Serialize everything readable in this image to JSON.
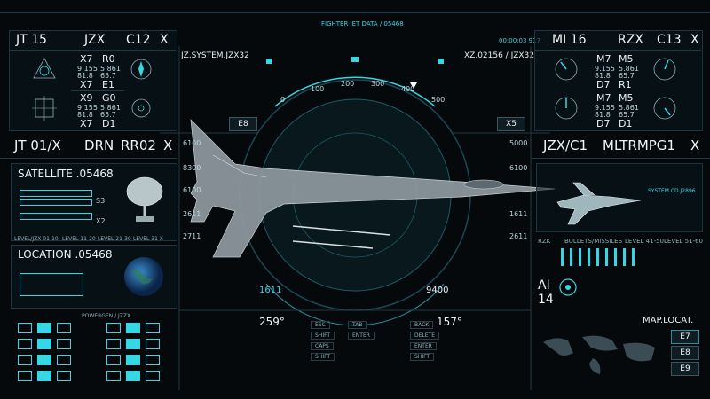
{
  "header": {
    "title": "FIGHTER JET DATA / 05468",
    "topcode": "00:00:03 917"
  },
  "colors": {
    "accent": "#37d6e4",
    "bg": "#05090c",
    "panel": "#0a161c"
  },
  "left_top": {
    "labels": [
      "JT 15",
      "JZX",
      "C12",
      "X"
    ],
    "rows": [
      {
        "k": "X7",
        "v": "R0"
      },
      {
        "k": "X7",
        "v": "E1"
      },
      {
        "k": "X9",
        "v": "G0"
      },
      {
        "k": "X7",
        "v": "D1"
      }
    ],
    "nums1": [
      "9.155",
      "81.8",
      "5.861",
      "65.7"
    ],
    "nums2": [
      "9.155",
      "81.8",
      "5.861",
      "65.7"
    ]
  },
  "left_mid": {
    "labels": [
      "JT 01/X",
      "DRN",
      "RR02",
      "X"
    ]
  },
  "satellite": {
    "title": "SATELLITE .05468",
    "s3": "S3",
    "x2": "X2",
    "levels": [
      "LEVEL/JZX 01-10",
      "LEVEL 11-20",
      "LEVEL 21-30",
      "LEVEL 31-X"
    ]
  },
  "location": {
    "title": "LOCATION .05468",
    "power": "POWERGEN / JZZX"
  },
  "center": {
    "sys_left": "JZ.SYSTEM.JZX32",
    "sys_right": "XZ.02156 / JZX32",
    "tag_left": "E8",
    "tag_right": "X5",
    "scale": [
      "0",
      "100",
      "200",
      "300",
      "400",
      "500"
    ],
    "left_vals": [
      "6100",
      "8300",
      "6100",
      "2611",
      "2711"
    ],
    "right_vals": [
      "5000",
      "6100",
      "1611",
      "2611"
    ],
    "bottom_left": "1611",
    "bottom_right": "9400",
    "heading_left": "259°",
    "heading_right": "157°",
    "keys": [
      [
        "ESC",
        "TAB",
        "BACK"
      ],
      [
        "SHIFT",
        "ENTER",
        "DELETE"
      ],
      [
        "CAPS",
        "ENTER"
      ],
      [
        "SHIFT",
        "SHIFT"
      ]
    ]
  },
  "right_top": {
    "labels": [
      "MI 16",
      "RZX",
      "C13",
      "X"
    ],
    "rows": [
      {
        "k": "M7",
        "v": "M5"
      },
      {
        "k": "D7",
        "v": "R1"
      },
      {
        "k": "M7",
        "v": "M5"
      },
      {
        "k": "D7",
        "v": "D1"
      }
    ],
    "nums1": [
      "9.155",
      "81.8",
      "5.861",
      "65.7"
    ]
  },
  "right_mid": {
    "labels": [
      "JZX/C1",
      "MLTRMPG1",
      "X"
    ],
    "system_code": "SYSTEM CD.J2896"
  },
  "right_low": {
    "rzk": "RZK",
    "bullets": "BULLETS/MISSILES",
    "lvl1": "LEVEL 41-50",
    "lvl2": "LEVEL 51-60",
    "ai": "AI",
    "ai_num": "14",
    "map": "MAP.LOCAT.",
    "tags": [
      "E7",
      "E8",
      "E9"
    ]
  }
}
